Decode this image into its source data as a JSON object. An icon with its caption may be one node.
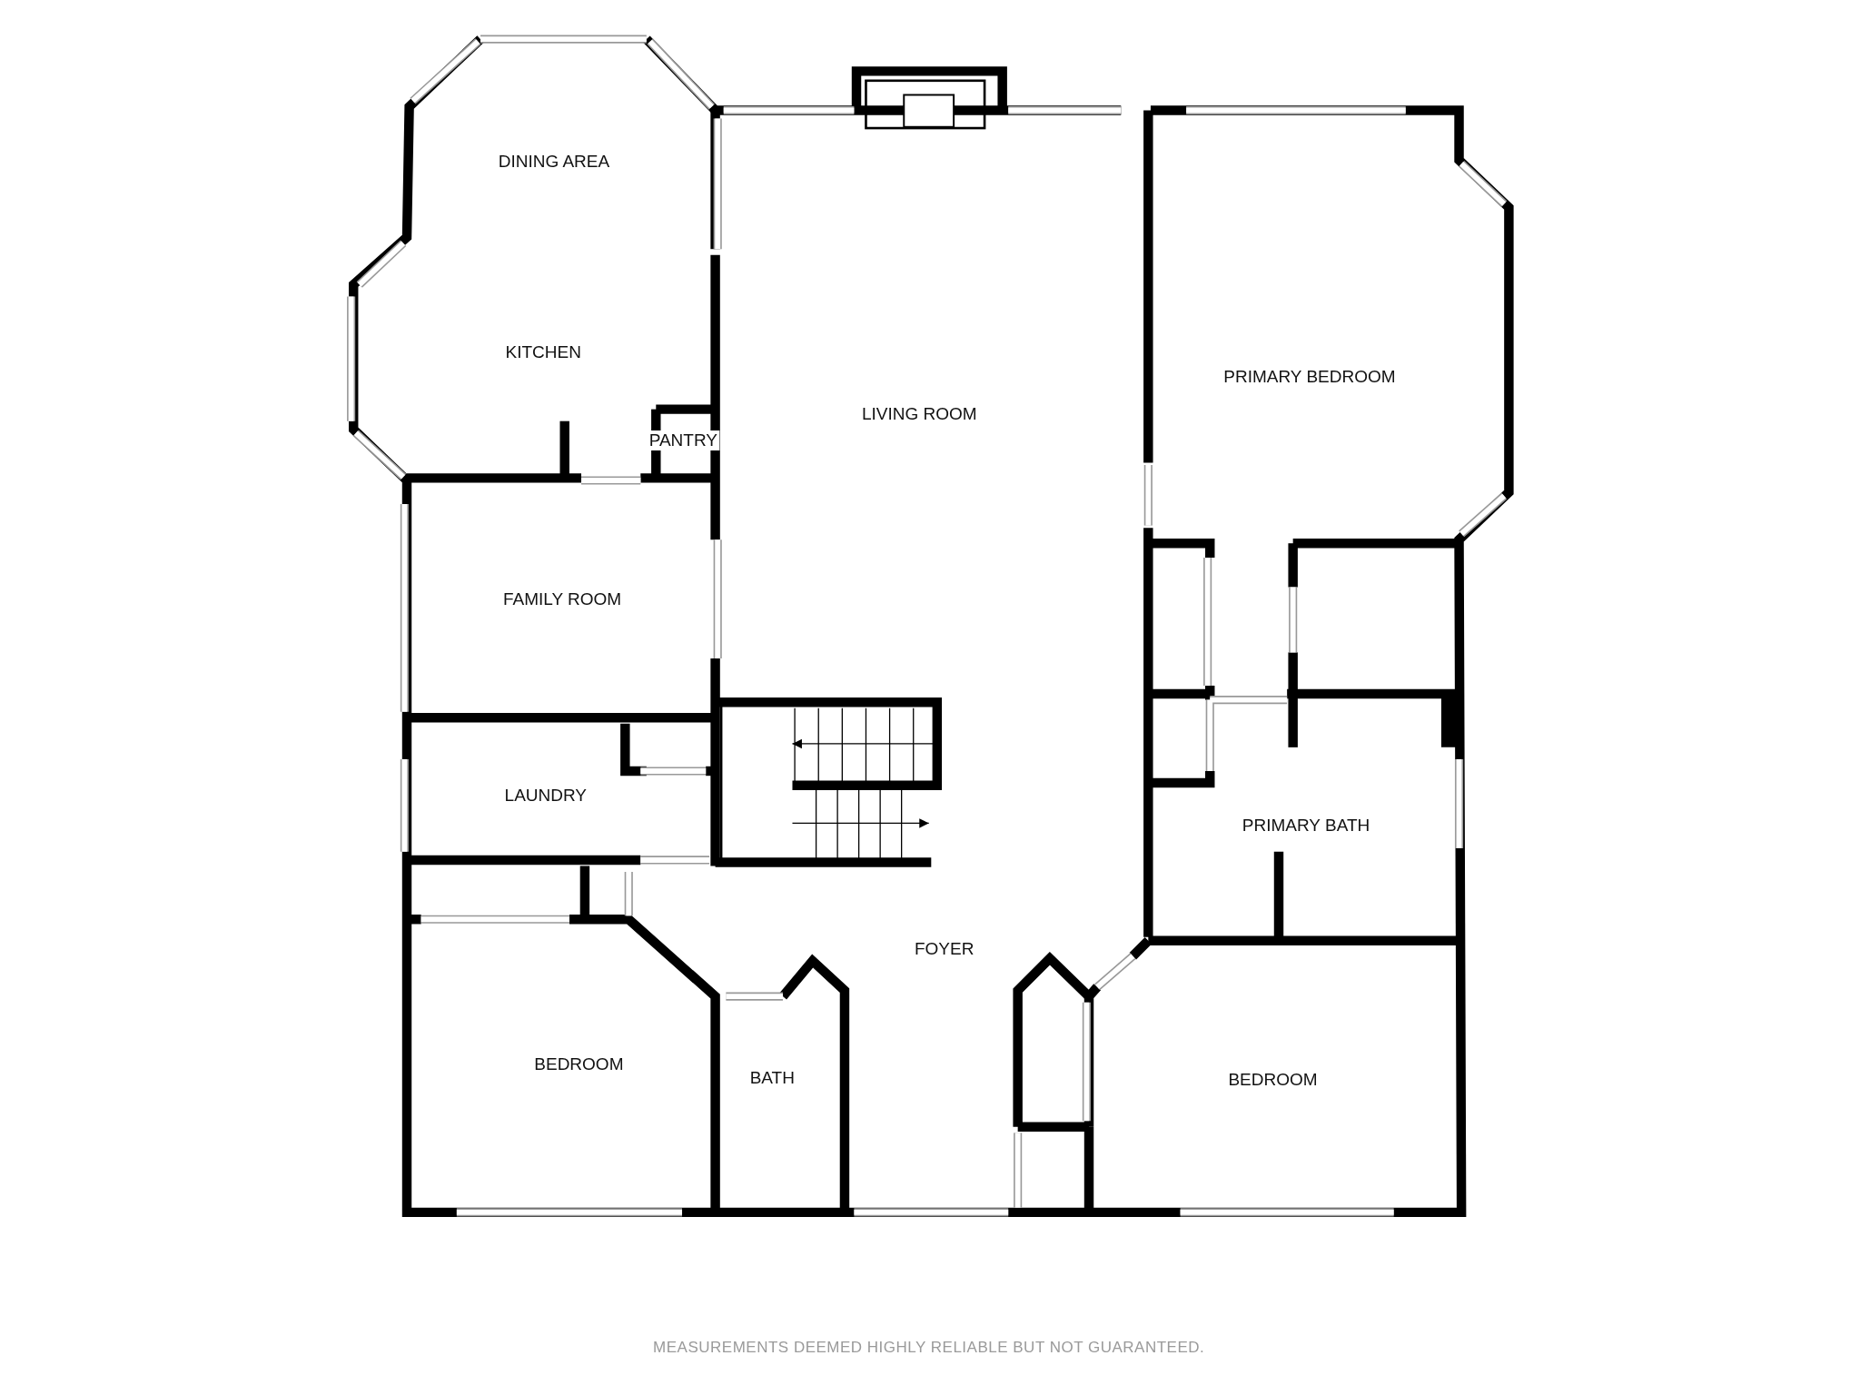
{
  "diagram": {
    "labels": [
      "DINING AREA",
      "KITCHEN",
      "PANTRY",
      "LIVING ROOM",
      "PRIMARY BEDROOM",
      "FAMILY ROOM",
      "LAUNDRY",
      "PRIMARY BATH",
      "FOYER",
      "BEDROOM",
      "BATH",
      "BEDROOM",
      "MEASUREMENTS DEEMED HIGHLY RELIABLE BUT NOT GUARANTEED."
    ]
  }
}
